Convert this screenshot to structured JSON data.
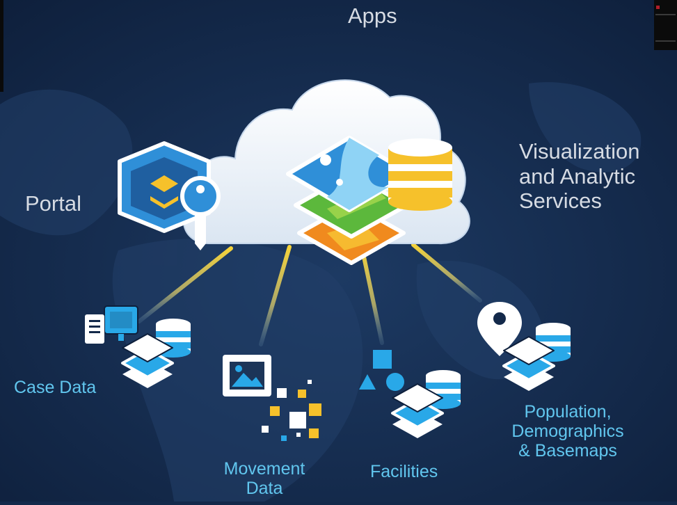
{
  "labels": {
    "apps": "Apps",
    "portal": "Portal",
    "visualization": [
      "Visualization",
      "and Analytic",
      "Services"
    ],
    "case_data": "Case Data",
    "movement_data": [
      "Movement",
      "Data"
    ],
    "facilities": "Facilities",
    "population": [
      "Population,",
      "Demographics",
      "& Basemaps"
    ]
  },
  "colors": {
    "background": "#13294a",
    "label_white": "#d6dbe3",
    "label_cyan": "#61c6ee",
    "connector": "#f5d33a",
    "layer_blue": "#2f8fd8",
    "layer_green": "#5cb83c",
    "layer_orange": "#f08a1e",
    "database_yellow": "#f6c12b"
  },
  "icons": {
    "cloud": "cloud-icon",
    "portal": "portal-key-icon",
    "layers": "map-layers-icon",
    "database": "database-icon",
    "computer": "computer-icon",
    "image": "image-icon",
    "pixels": "pixel-grid-icon",
    "shapes": "shapes-icon",
    "pin": "location-pin-icon"
  }
}
